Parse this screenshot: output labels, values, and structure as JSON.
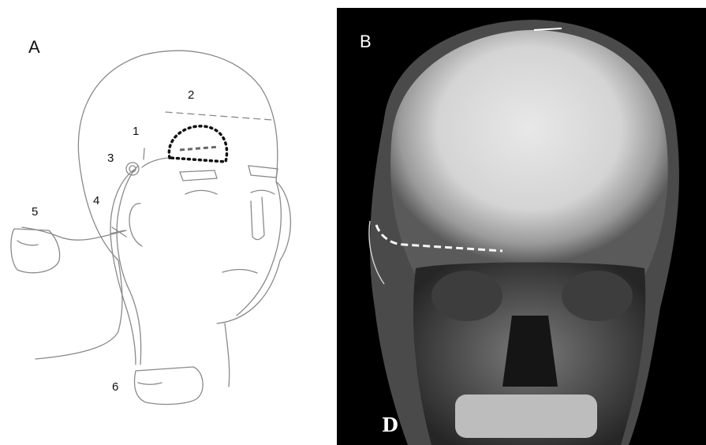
{
  "panel_a": {
    "letter": "A",
    "labels": [
      "1",
      "2",
      "3",
      "4",
      "5",
      "6"
    ],
    "line_color": "#8a8a8a",
    "dotted_outline_color": "#111111"
  },
  "panel_b": {
    "letter": "B",
    "corner_mark": "D",
    "background": "#000000"
  }
}
